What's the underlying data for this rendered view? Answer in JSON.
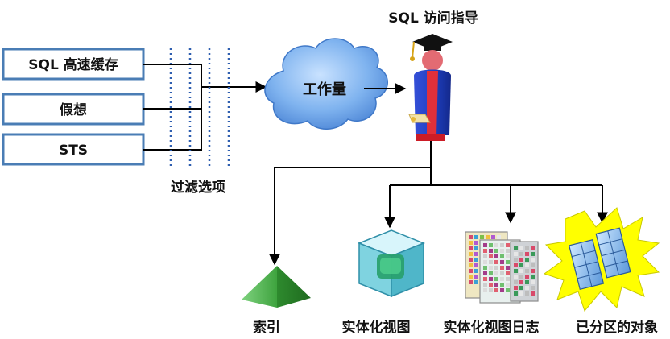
{
  "title": "SQL 访问指导",
  "sources": [
    {
      "label": "SQL 高速缓存"
    },
    {
      "label": "假想"
    },
    {
      "label": "STS"
    }
  ],
  "filter_label": "过滤选项",
  "workload_label": "工作量",
  "outputs": [
    {
      "label": "索引",
      "icon": "pyramid-icon"
    },
    {
      "label": "实体化视图",
      "icon": "cube-icon"
    },
    {
      "label": "实体化视图日志",
      "icon": "grid-sheets-icon"
    },
    {
      "label": "已分区的对象",
      "icon": "partitioned-tables-icon"
    }
  ],
  "colors": {
    "box_border": "#4a7db5",
    "filter_dots": "#2f5fb0",
    "cloud": "#6fa6e6",
    "pyramid": "#3ea33e",
    "cube": "#3fb9c9",
    "burst": "#ffff00",
    "person_body": "#1e3fc0",
    "person_sash": "#e0303a"
  }
}
